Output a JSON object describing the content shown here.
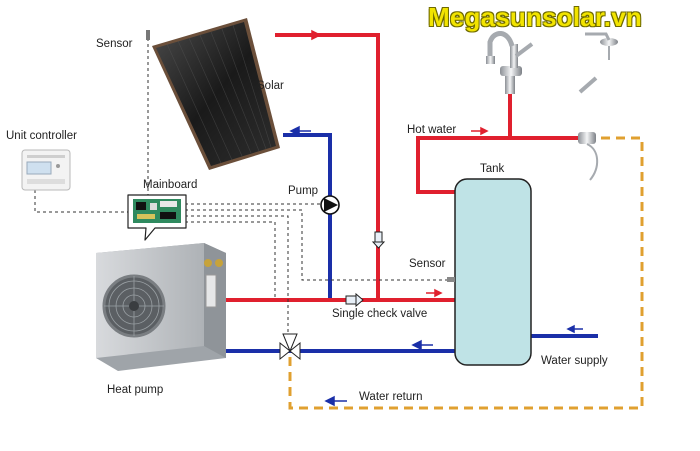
{
  "brand": {
    "text": "Megasunsolar.vn",
    "color": "#f2e400"
  },
  "labels": {
    "sensor_top": "Sensor",
    "solar": "Solar",
    "unit_controller": "Unit controller",
    "mainboard": "Mainboard",
    "pump": "Pump",
    "hot_water": "Hot water",
    "tank": "Tank",
    "sensor_tank": "Sensor",
    "single_check_valve": "Single check valve",
    "water_supply": "Water supply",
    "heat_pump": "Heat pump",
    "water_return": "Water return"
  },
  "colors": {
    "hot_pipe": "#e0202e",
    "cold_pipe": "#1a2fa8",
    "return_pipe": "#e0a030",
    "tank_fill": "#bfe3e6",
    "signal_line": "#333333"
  },
  "icons": [
    "solar-panel",
    "faucet",
    "shower",
    "heat-pump-unit",
    "controller",
    "mainboard",
    "pump",
    "three-way-valve",
    "check-valve",
    "flow-arrow"
  ]
}
